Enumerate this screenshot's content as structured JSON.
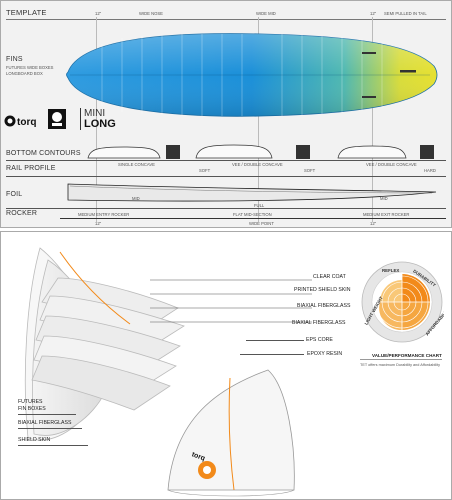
{
  "header": {
    "template_label": "TEMPLATE",
    "nose_dim": "12\"",
    "wide_nose": "WIDE NOSE",
    "wide_mid": "WIDE MID",
    "tail_dim": "12\"",
    "semi_pulled_tail": "SEMI PULLED IN TAIL"
  },
  "fins": {
    "label": "FINS",
    "desc1": "FUTURES WIDE BOXES",
    "desc2": "LONGBOARD BOX"
  },
  "brand": {
    "torq": "torq",
    "model_top": "MINI",
    "model_bottom": "LONG"
  },
  "bottom_contours": {
    "label": "BOTTOM CONTOURS",
    "items": [
      "SINGLE CONCAVE",
      "VEE / DOUBLE CONCAVE",
      "VEE / DOUBLE CONCAVE"
    ]
  },
  "rail_profile": {
    "label": "RAIL PROFILE",
    "values": [
      "SOFT",
      "SOFT",
      "HARD"
    ]
  },
  "foil": {
    "label": "FOIL",
    "marks": [
      "MID",
      "MID"
    ],
    "center": "FULL"
  },
  "rocker": {
    "label": "ROCKER",
    "items": [
      "MEDIUM ENTRY ROCKER",
      "FLAT MID-SECTION",
      "MEDIUM EXIT ROCKER"
    ],
    "bottom_marks": [
      "12\"",
      "WIDE POINT",
      "12\""
    ]
  },
  "layers": {
    "items": [
      "CLEAR COAT",
      "PRINTED SHIELD SKIN",
      "BIAXIAL FIBERGLASS",
      "BIAXIAL FIBERGLASS",
      "EPS CORE",
      "EPOXY RESIN"
    ],
    "left_items": [
      "FUTURES\nFIN BOXES",
      "BIAXIAL FIBERGLASS",
      "SHIELD SKIN"
    ],
    "fin_boxes_line1": "FUTURES",
    "fin_boxes_line2": "FIN BOXES"
  },
  "chart": {
    "labels": [
      "REFLEX",
      "DURABILITY",
      "LIGHT WEIGHT",
      "AFFORDABILITY"
    ],
    "title": "VALUE/PERFORMANCE CHART",
    "subtitle": "TET offers maximum Durability and Affordability"
  },
  "colors": {
    "board_blue": "#1a8fd8",
    "board_yellow": "#e6e030",
    "orange": "#f28a1a",
    "panel_bg": "#f2f2f2"
  }
}
